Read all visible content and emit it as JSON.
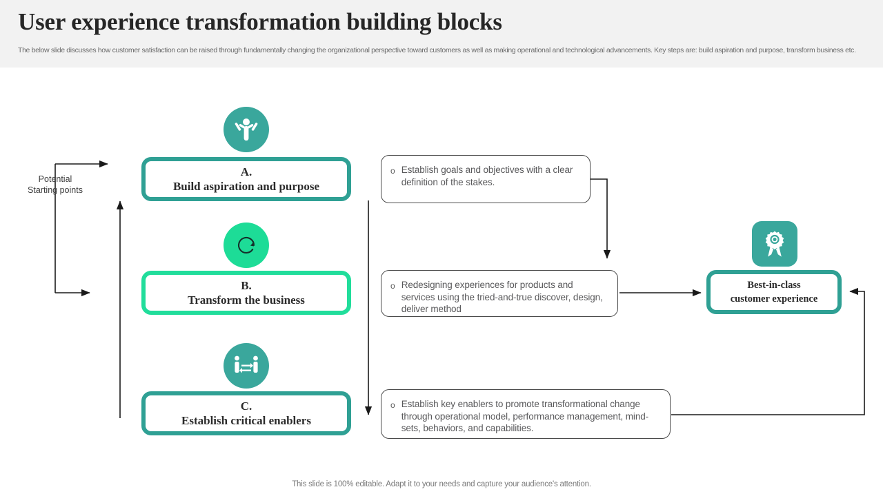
{
  "header": {
    "title": "User experience transformation building blocks",
    "subtitle": "The below slide discusses how customer satisfaction can be raised through fundamentally changing the organizational perspective toward customers as well as making operational and technological advancements. Key steps are: build aspiration and purpose, transform business etc."
  },
  "left_annotation": {
    "line1": "Potential",
    "line2": "Starting points"
  },
  "steps": [
    {
      "letter": "A.",
      "title": "Build aspiration and purpose",
      "icon": "person-arms-raised-icon",
      "accent": "#2fa094"
    },
    {
      "letter": "B.",
      "title": "Transform the business",
      "icon": "circular-refresh-arrow-icon",
      "accent": "#21dd9b"
    },
    {
      "letter": "C.",
      "title": "Establish critical enablers",
      "icon": "two-people-exchange-icon",
      "accent": "#2fa094"
    }
  ],
  "details": [
    {
      "bullet": "o",
      "text": "Establish goals and objectives with a clear definition of the stakes."
    },
    {
      "bullet": "o",
      "text": "Redesigning experiences for products and services using the tried-and-true discover, design, deliver method"
    },
    {
      "bullet": "o",
      "text": "Establish key enablers to promote transformational change through operational model, performance management, mind-sets, behaviors, and capabilities."
    }
  ],
  "outcome": {
    "icon": "award-ribbon-icon",
    "line1": "Best-in-class",
    "line2": "customer experience",
    "accent": "#2fa094"
  },
  "footer": {
    "note": "This slide is 100% editable. Adapt it to your needs and capture your audience's attention."
  },
  "colors": {
    "teal": "#2fa094",
    "mint": "#21dd9b",
    "header_band": "#f2f2f2",
    "title_text": "#262626",
    "body_text": "#58585a",
    "connector": "#1a1a1a"
  }
}
